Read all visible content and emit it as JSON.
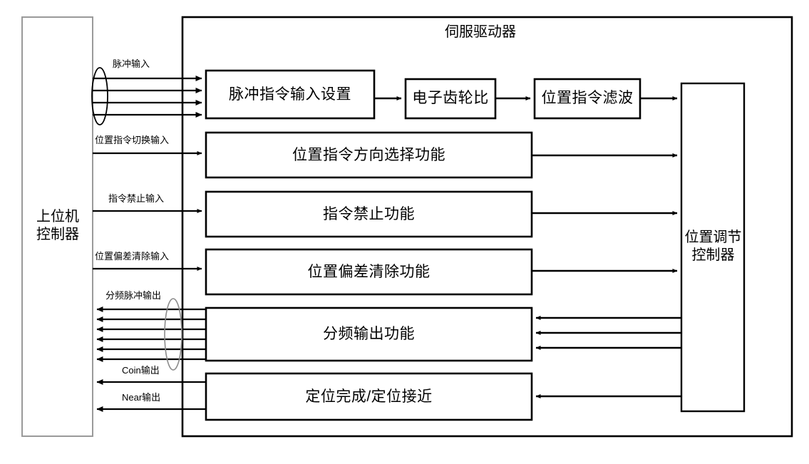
{
  "diagram": {
    "title": "伺服驱动器",
    "host_block": {
      "name": "上位机控制器",
      "line1": "上位机",
      "line2": "控制器"
    },
    "position_controller_block": {
      "name": "位置调节控制器",
      "line1": "位置调节",
      "line2": "控制器"
    },
    "function_blocks": [
      {
        "id": "pulse-command-input-setting",
        "label": "脉冲指令输入设置"
      },
      {
        "id": "electronic-gear-ratio",
        "label": "电子齿轮比"
      },
      {
        "id": "position-command-filter",
        "label": "位置指令滤波"
      },
      {
        "id": "position-command-direction-selection",
        "label": "位置指令方向选择功能"
      },
      {
        "id": "command-inhibit-function",
        "label": "指令禁止功能"
      },
      {
        "id": "position-deviation-clear-function",
        "label": "位置偏差清除功能"
      },
      {
        "id": "frequency-division-output-function",
        "label": "分频输出功能"
      },
      {
        "id": "positioning-complete-near",
        "label": "定位完成/定位接近"
      }
    ],
    "signal_labels": {
      "pulse_input": "脉冲输入",
      "position_command_switch_input": "位置指令切换输入",
      "command_inhibit_input": "指令禁止输入",
      "position_deviation_clear_input": "位置偏差清除输入",
      "divided_pulse_output": "分频脉冲输出",
      "coin_output": "Coin输出",
      "near_output": "Near输出"
    },
    "bus_counts": {
      "pulse_input_lines": 4,
      "divided_pulse_output_lines": 6,
      "controller_to_division_lines": 3
    },
    "colors": {
      "stroke": "#000000",
      "host_block_stroke": "#9a9a9a",
      "bundle_ellipse_stroke": "#8c8c8c",
      "background": "#ffffff"
    }
  }
}
